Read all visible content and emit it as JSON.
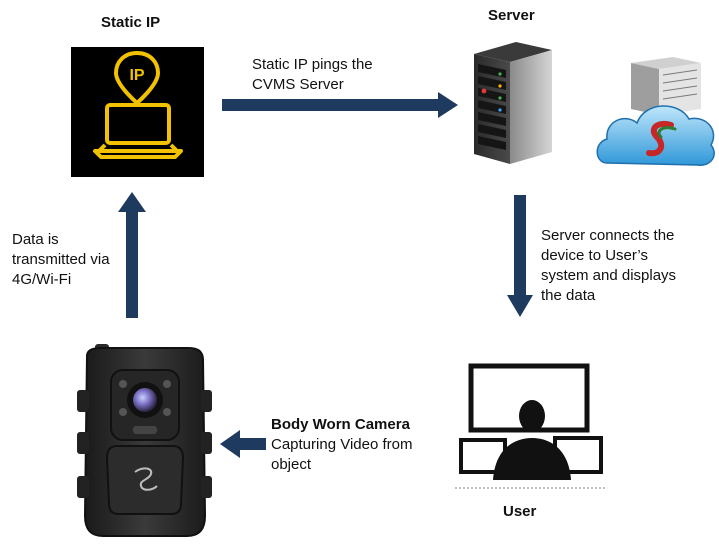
{
  "nodes": {
    "static_ip": {
      "title": "Static IP"
    },
    "server": {
      "title": "Server"
    },
    "user": {
      "title": "User"
    },
    "camera": {
      "title": "Body Worn Camera",
      "subtitle_line1": "Capturing Video from",
      "subtitle_line2": "object"
    }
  },
  "edges": {
    "ip_to_server": {
      "line1": "Static IP pings the",
      "line2": "CVMS Server"
    },
    "server_to_user": {
      "line1": "Server connects the",
      "line2": "device to User’s",
      "line3": "system and displays",
      "line4": "the data"
    },
    "camera_to_ip": {
      "line1": "Data is",
      "line2": "transmitted via",
      "line3": "4G/Wi-Fi"
    }
  },
  "colors": {
    "arrow": "#1f3a5f",
    "ip_icon": "#f2c200",
    "ip_tile": "#000000"
  },
  "icons": {
    "ip_pin_text": "IP"
  }
}
